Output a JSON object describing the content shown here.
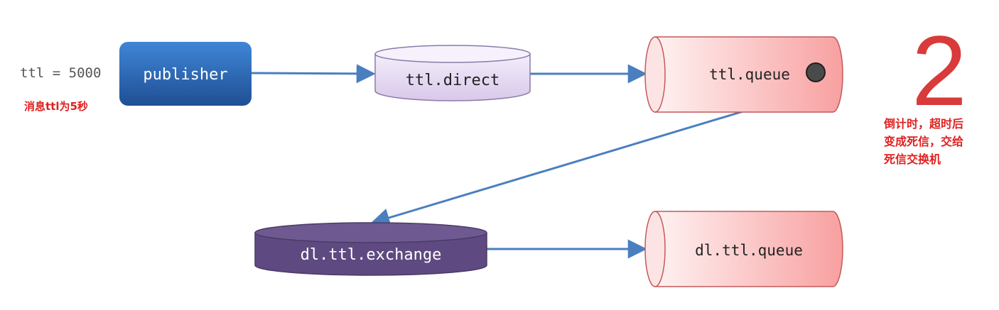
{
  "publisher": {
    "ttl_label": "ttl = 5000",
    "ttl_note": "消息ttl为5秒",
    "label": "publisher"
  },
  "exchange_ttl": {
    "label": "ttl.direct"
  },
  "queue_ttl": {
    "label": "ttl.queue",
    "message_icon": "message-dot-icon"
  },
  "exchange_dl": {
    "label": "dl.ttl.exchange"
  },
  "queue_dl": {
    "label": "dl.ttl.queue"
  },
  "countdown": {
    "value": "2",
    "note_lines": [
      "倒计时，超时后",
      "变成死信，交给",
      "死信交换机"
    ]
  },
  "colors": {
    "publisher": "#2e6bb8",
    "ttl_exchange": "#e7dcf2",
    "dl_exchange": "#5e4a80",
    "queue": "#f8a8a8",
    "arrow": "#4a7fbf",
    "alert": "#e02020",
    "countdown": "#d93a3a"
  }
}
